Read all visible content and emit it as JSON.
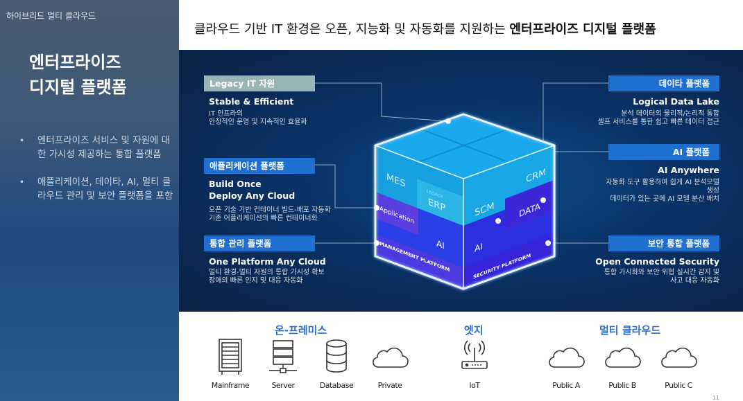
{
  "sidebar": {
    "subtitle": "하이브리드 멀티 클라우드",
    "title_line1": "엔터프라이즈",
    "title_line2": "디지털 플랫폼",
    "bullets": [
      "엔터프라이즈 서비스 및 자원에 대한 가시성 제공하는 통합 플랫폼",
      "애플리케이션, 데이타, AI, 멀티 클라우드 관리 및 보안 플랫폼을 포함"
    ]
  },
  "header": {
    "title_plain": "클라우드 기반 IT 환경은 오픈, 지능화 및 자동화를 지원하는 ",
    "title_bold": "엔터프라이즈 디지털 플랫폼"
  },
  "left_items": [
    {
      "tag": "Legacy IT 자원",
      "title": "Stable & Efficient",
      "desc": [
        "IT 인프라의",
        "안정적인 운영 및 지속적인 효율화"
      ]
    },
    {
      "tag": "애플리케이션 플랫폼",
      "title": "Build Once\nDeploy Any Cloud",
      "title1": "Build Once",
      "title2": "Deploy Any Cloud",
      "desc": [
        "오픈 기술 기반 컨테이너 빌드-배포 자동화",
        "기존 어플리케이션의 빠른 컨테이너화"
      ]
    },
    {
      "tag": "통합 관리 플랫폼",
      "title": "One Platform Any Cloud",
      "desc": [
        "멀티 환경-멀티 자원의 통합 가시성 확보",
        "장애의 빠른 인지 및 대응 자동화"
      ]
    }
  ],
  "right_items": [
    {
      "tag": "데이타 플랫폼",
      "title": "Logical Data Lake",
      "desc": [
        "분석 데이터의 물리적/논리적 통합",
        "셀프 서비스를 통한 쉽고 빠른 데이터 접근"
      ]
    },
    {
      "tag": "AI 플랫폼",
      "title": "AI Anywhere",
      "desc": [
        "자동화 도구 활용하여 쉽게 AI 분석모델",
        "생성",
        "데이터가 있는 곳에 AI 모델 분산 배치"
      ]
    },
    {
      "tag": "보안 통합 플랫폼",
      "title": "Open Connected Security",
      "desc": [
        "통합 가시화와 보안 위협 실시간 감지 및",
        "사고 대응 자동화"
      ]
    }
  ],
  "cube": {
    "mes": "MES",
    "legacy": "LEGACY",
    "erp": "ERP",
    "scm": "SCM",
    "crm": "CRM",
    "application": "Application",
    "ai_left": "AI",
    "ai_right": "AI",
    "data": "DATA",
    "management": "MANAGEMENT PLATFORM",
    "security": "SECURITY PLATFORM"
  },
  "bottom": {
    "groups": [
      "온-프레미스",
      "엣지",
      "멀티 클라우드"
    ],
    "icons": [
      {
        "label": "Mainframe",
        "icon": "mainframe-icon"
      },
      {
        "label": "Server",
        "icon": "server-icon"
      },
      {
        "label": "Database",
        "icon": "database-icon"
      },
      {
        "label": "Private",
        "icon": "cloud-icon"
      },
      {
        "label": "IoT",
        "icon": "router-icon"
      },
      {
        "label": "Public A",
        "icon": "cloud-icon"
      },
      {
        "label": "Public B",
        "icon": "cloud-icon"
      },
      {
        "label": "Public C",
        "icon": "cloud-icon"
      }
    ],
    "page_number": "11"
  },
  "colors": {
    "tag_blue": "#1e6fd0",
    "tag_legacy": "#98b4b4",
    "group_text": "#2a6fd0"
  }
}
